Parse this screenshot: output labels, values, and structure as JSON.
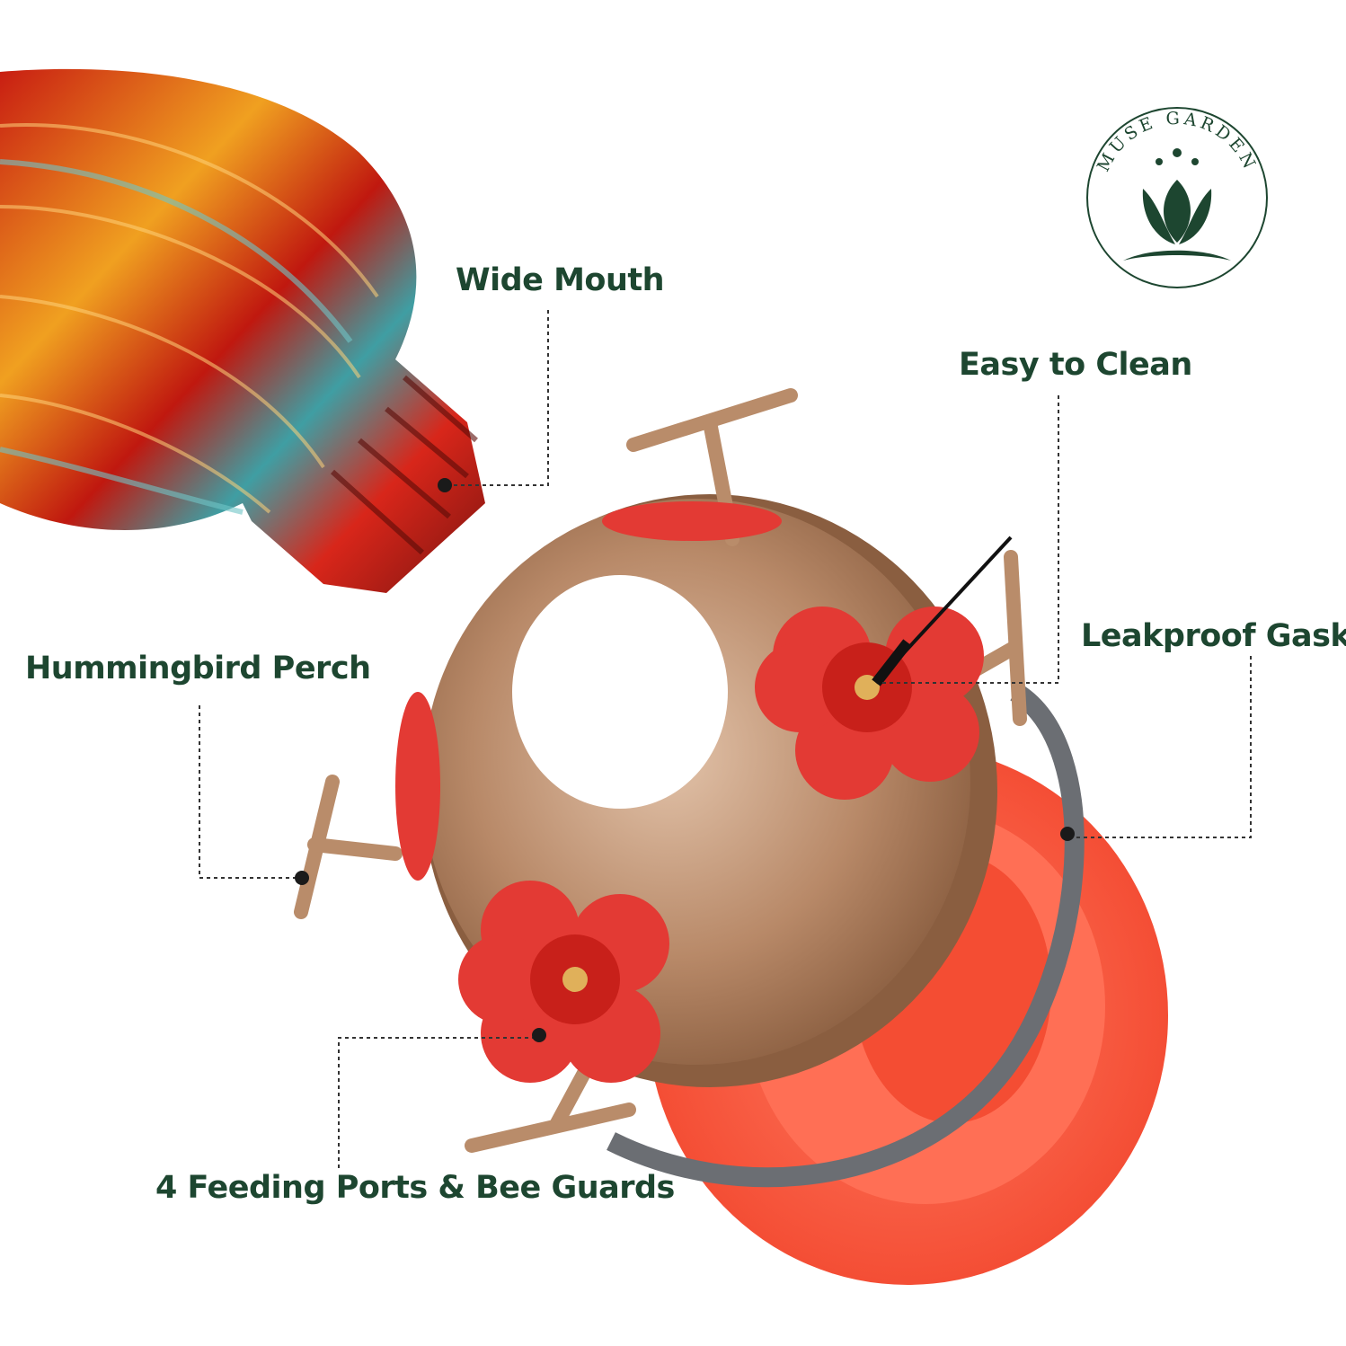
{
  "brand": {
    "name": "MUSE GARDEN",
    "color": "#1d4630"
  },
  "callouts": {
    "wide_mouth": "Wide Mouth",
    "easy_to_clean": "Easy to Clean",
    "leakproof_gasket": "Leakproof Gasket",
    "hummingbird_perch": "Hummingbird Perch",
    "feeding_ports": "4 Feeding Ports & Bee Guards"
  },
  "colors": {
    "label_text": "#1d4630",
    "leader_line": "#333333",
    "bottle_red": "#b8140e",
    "bottle_amber": "#e89a18",
    "bottle_teal": "#3d9aa0",
    "lid_bronze": "#b98c6a",
    "flower_red": "#e33a34",
    "base_red": "#ff5a42",
    "gasket_gray": "#6b6e73"
  }
}
